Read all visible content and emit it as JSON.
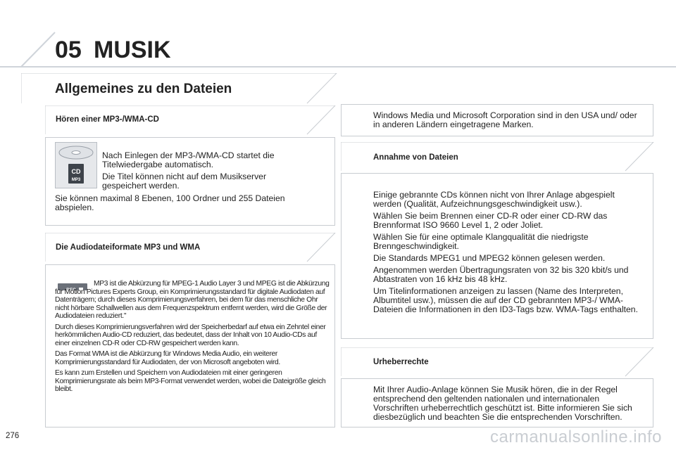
{
  "header": {
    "chapter_number": "05",
    "chapter_title": "MUSIK"
  },
  "page_title": "Allgemeines zu den Dateien",
  "left": {
    "section1": {
      "title": "Hören einer MP3-/WMA-CD",
      "p1": "Nach Einlegen der MP3-/WMA-CD startet die Titelwiedergabe automatisch.",
      "p2": "Die Titel können nicht auf dem Musikserver gespeichert werden.",
      "p3": "Sie können maximal 8 Ebenen, 100 Ordner und 255 Dateien abspielen."
    },
    "section2": {
      "title": "Die Audiodateiformate MP3 und WMA",
      "p1": "MP3 ist die Abkürzung für MPEG-1 Audio Layer 3 und MPEG ist die Abkürzung für Motion Pictures Experts Group, ein Komprimierungsstandard für digitale Audiodaten auf Datenträgern; durch dieses Komprimierungsverfahren, bei dem für das menschliche Ohr nicht hörbare Schallwellen aus dem Frequenzspektrum entfernt werden, wird die Größe der Audiodateien reduziert.\"",
      "p2": "Durch dieses Komprimierungsverfahren wird der Speicherbedarf auf etwa ein Zehntel einer herkömmlichen Audio-CD reduziert, das bedeutet, dass der Inhalt von 10 Audio-CDs auf einer einzelnen CD-R oder CD-RW gespeichert werden kann.",
      "p3": "Das Format WMA ist die Abkürzung für Windows Media Audio, ein weiterer Komprimierungsstandard für Audiodaten, der von Microsoft angeboten wird.",
      "p4": "Es kann zum Erstellen und Speichern von Audiodateien mit einer geringeren Komprimierungsrate als beim MP3-Format verwendet werden, wobei die Dateigröße gleich bleibt."
    }
  },
  "right": {
    "trademark": "Windows Media und Microsoft Corporation sind in den USA und/ oder in anderen Ländern eingetragene Marken.",
    "section1": {
      "title": "Annahme von Dateien",
      "p1": "Einige gebrannte CDs können nicht von Ihrer Anlage abgespielt werden (Qualität, Aufzeichnungsgeschwindigkeit usw.).",
      "p2": "Wählen Sie beim Brennen einer CD-R oder einer CD-RW das Brennformat ISO 9660 Level 1, 2 oder Joliet.",
      "p3": "Wählen Sie für eine optimale Klangqualität die niedrigste Brenngeschwindigkeit.",
      "p4": "Die Standards MPEG1 und MPEG2 können gelesen werden.",
      "p5": "Angenommen werden Übertragungsraten von 32 bis 320 kbit/s und Abtastraten von 16 kHz bis 48 kHz.",
      "p6": "Um Titelinformationen anzeigen zu lassen (Name des Interpreten, Albumtitel usw.), müssen die auf der CD gebrannten MP3-/ WMA-Dateien die Informationen in den ID3-Tags bzw. WMA-Tags enthalten."
    },
    "section2": {
      "title": "Urheberrechte",
      "p1": "Mit Ihrer Audio-Anlage können Sie Musik hören, die in der Regel entsprechend den geltenden nationalen und internationalen Vorschriften urheberrechtlich geschützt ist. Bitte informieren Sie sich diesbezüglich und beachten Sie die entsprechenden Vorschriften."
    }
  },
  "icons": {
    "cd_label": "CD",
    "mp3_label": "MP3",
    "rec_label": "REC"
  },
  "page_number": "276",
  "watermark": "carmanualsonline.info"
}
